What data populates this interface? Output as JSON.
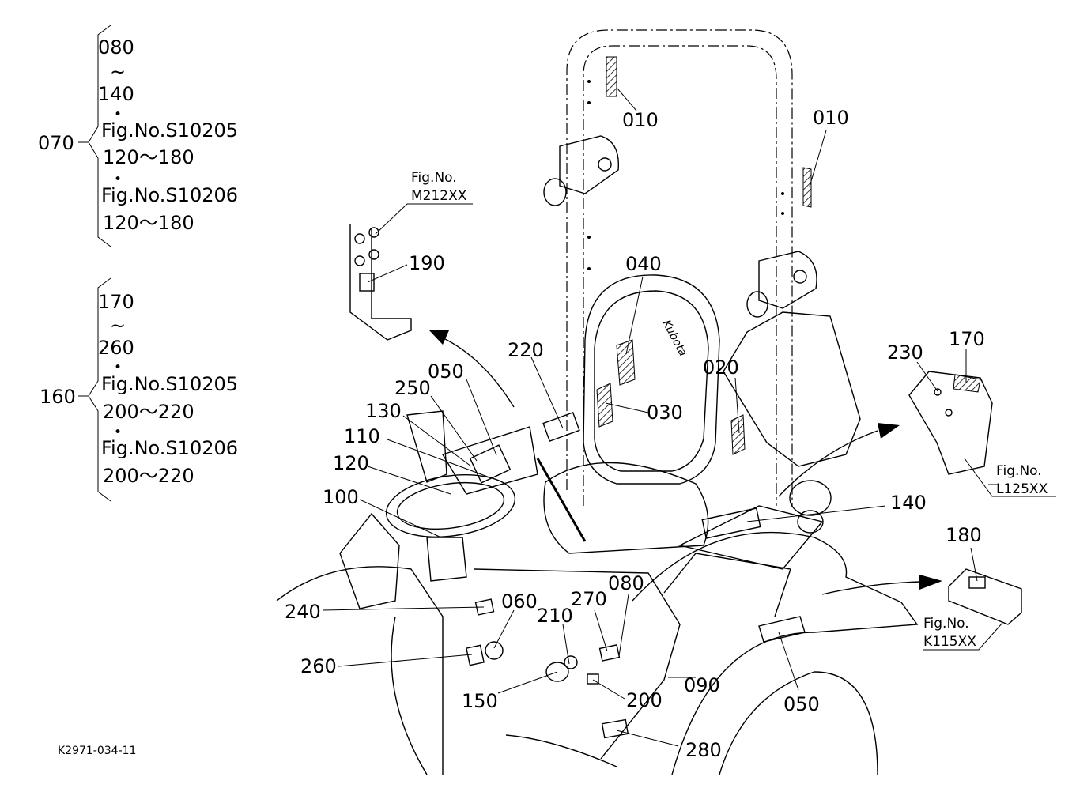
{
  "legend_groups": [
    {
      "parent": "070",
      "lines": [
        "080",
        "~",
        "140",
        "•",
        "Fig.No.S10205",
        "120～180",
        "•",
        "Fig.No.S10206",
        "120～180"
      ]
    },
    {
      "parent": "160",
      "lines": [
        "170",
        "~",
        "260",
        "•",
        "Fig.No.S10205",
        "200～220",
        "•",
        "Fig.No.S10206",
        "200～220"
      ]
    }
  ],
  "fig_refs": {
    "m212": {
      "line1": "Fig.No.",
      "line2": "M212XX"
    },
    "l125": {
      "line1": "Fig.No.",
      "line2": "L125XX"
    },
    "k115": {
      "line1": "Fig.No.",
      "line2": "K115XX"
    }
  },
  "callouts": {
    "c010a": "010",
    "c010b": "010",
    "c190": "190",
    "c040": "040",
    "c220": "220",
    "c050a": "050",
    "c250": "250",
    "c130": "130",
    "c110": "110",
    "c120": "120",
    "c100": "100",
    "c030": "030",
    "c020": "020",
    "c230": "230",
    "c170": "170",
    "c140": "140",
    "c180": "180",
    "c240": "240",
    "c060": "060",
    "c270": "270",
    "c080": "080",
    "c210": "210",
    "c260": "260",
    "c150": "150",
    "c200": "200",
    "c090": "090",
    "c050b": "050",
    "c280": "280"
  },
  "drawing_code": "K2971-034-11",
  "brand_mark": "Kubota"
}
